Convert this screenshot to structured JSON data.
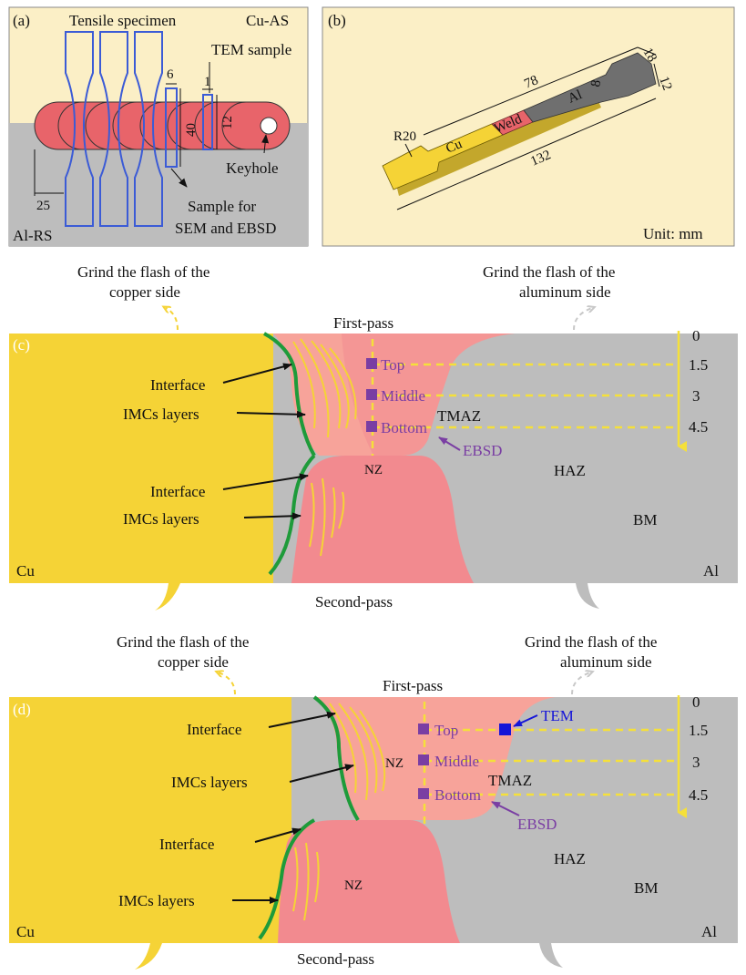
{
  "colors": {
    "cu": "#f5d336",
    "al": "#bdbdbd",
    "nz": "#f28a8f",
    "tmaz": "#f7a39a",
    "interface": "#1e9b3a",
    "imc": "#f5d336",
    "marker_purple": "#7a3ea3",
    "marker_blue": "#1515d8",
    "guide_yellow": "#f5e03a",
    "panel_b_bg": "#fbefc6",
    "specimen_blue": "#3b5bd6",
    "stir_disk": "#e8646a"
  },
  "panel_a": {
    "tag": "(a)",
    "tensile_label": "Tensile specimen",
    "cu_label": "Cu-AS",
    "tem_label": "TEM sample",
    "dim_6": "6",
    "dim_1": "1",
    "dim_40": "40",
    "dim_12": "12",
    "keyhole_label": "Keyhole",
    "dim_25": "25",
    "al_label": "Al-RS",
    "sem_label_1": "Sample for",
    "sem_label_2": "SEM and EBSD"
  },
  "panel_b": {
    "tag": "(b)",
    "r20": "R20",
    "dim_78": "78",
    "cu": "Cu",
    "weld": "Weld",
    "al": "Al",
    "dim_8": "8",
    "dim_18": "18",
    "dim_12": "12",
    "dim_132": "132",
    "unit": "Unit: mm"
  },
  "panel_c": {
    "tag": "(c)",
    "flash_cu_1": "Grind the flash of the",
    "flash_cu_2": "copper side",
    "flash_al_1": "Grind the flash of the",
    "flash_al_2": "aluminum side",
    "first_pass": "First-pass",
    "second_pass": "Second-pass",
    "interface_1": "Interface",
    "imc_1": "IMCs layers",
    "interface_2": "Interface",
    "imc_2": "IMCs layers",
    "top": "Top",
    "middle": "Middle",
    "bottom": "Bottom",
    "tmaz": "TMAZ",
    "ebsd": "EBSD",
    "nz": "NZ",
    "haz": "HAZ",
    "bm": "BM",
    "cu": "Cu",
    "al": "Al",
    "depths": [
      "0",
      "1.5",
      "3",
      "4.5"
    ]
  },
  "panel_d": {
    "tag": "(d)",
    "flash_cu_1": "Grind the flash of the",
    "flash_cu_2": "copper side",
    "flash_al_1": "Grind the flash of the",
    "flash_al_2": "aluminum side",
    "first_pass": "First-pass",
    "second_pass": "Second-pass",
    "interface_1": "Interface",
    "imc_1": "IMCs layers",
    "interface_2": "Interface",
    "imc_2": "IMCs layers",
    "top": "Top",
    "middle": "Middle",
    "bottom": "Bottom",
    "tem": "TEM",
    "tmaz": "TMAZ",
    "ebsd": "EBSD",
    "nz_1": "NZ",
    "nz_2": "NZ",
    "haz": "HAZ",
    "bm": "BM",
    "cu": "Cu",
    "al": "Al",
    "depths": [
      "0",
      "1.5",
      "3",
      "4.5"
    ]
  }
}
